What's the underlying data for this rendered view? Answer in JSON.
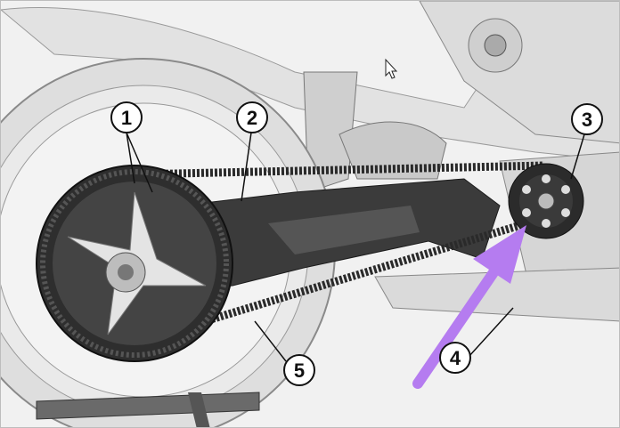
{
  "figure": {
    "callouts": [
      {
        "id": "1",
        "label": "1"
      },
      {
        "id": "2",
        "label": "2"
      },
      {
        "id": "3",
        "label": "3"
      },
      {
        "id": "4",
        "label": "4"
      },
      {
        "id": "5",
        "label": "5"
      }
    ],
    "arrow_color": "#b57cf0",
    "belt_color": "#2a2a2a"
  }
}
